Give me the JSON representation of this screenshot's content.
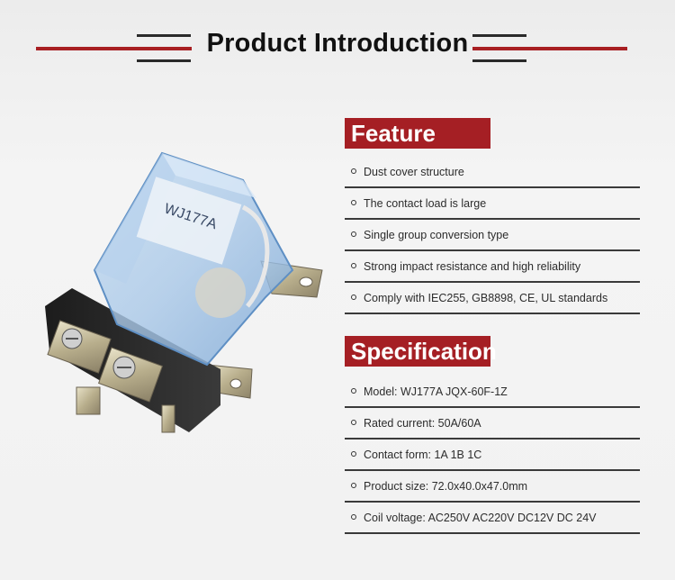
{
  "header": {
    "title": "Product Introduction"
  },
  "feature": {
    "heading": "Feature",
    "items": [
      "Dust cover structure",
      "The contact load is large",
      "Single group conversion type",
      "Strong impact resistance and high reliability",
      "Comply with IEC255, GB8898, CE, UL standards"
    ]
  },
  "specification": {
    "heading": "Specification",
    "items": [
      "Model: WJ177A JQX-60F-1Z",
      "Rated current: 50A/60A",
      "Contact form: 1A 1B 1C",
      "Product size: 72.0x40.0x47.0mm",
      "Coil voltage: AC250V AC220V DC12V DC 24V"
    ]
  },
  "colors": {
    "accent": "#a51f24",
    "line_dark": "#2a2a2a",
    "text": "#2c2c2c"
  },
  "product_image": {
    "relay_label": "WJ177A"
  }
}
